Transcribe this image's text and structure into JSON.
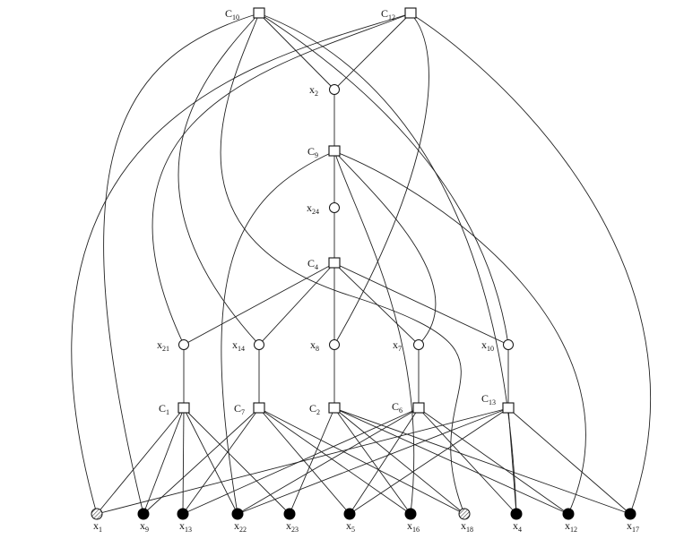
{
  "factors": [
    {
      "id": "C10",
      "label": "C",
      "sub": "10"
    },
    {
      "id": "C12",
      "label": "C",
      "sub": "12"
    },
    {
      "id": "C9",
      "label": "C",
      "sub": "9"
    },
    {
      "id": "C4",
      "label": "C",
      "sub": "4"
    },
    {
      "id": "C1",
      "label": "C",
      "sub": "1"
    },
    {
      "id": "C7",
      "label": "C",
      "sub": "7"
    },
    {
      "id": "C2",
      "label": "C",
      "sub": "2"
    },
    {
      "id": "C6",
      "label": "C",
      "sub": "6"
    },
    {
      "id": "C13",
      "label": "C",
      "sub": "13"
    }
  ],
  "variables": [
    {
      "id": "x2",
      "label": "x",
      "sub": "2",
      "kind": "open"
    },
    {
      "id": "x24",
      "label": "x",
      "sub": "24",
      "kind": "open"
    },
    {
      "id": "x21",
      "label": "x",
      "sub": "21",
      "kind": "open"
    },
    {
      "id": "x14",
      "label": "x",
      "sub": "14",
      "kind": "open"
    },
    {
      "id": "x8",
      "label": "x",
      "sub": "8",
      "kind": "open"
    },
    {
      "id": "x7",
      "label": "x",
      "sub": "7",
      "kind": "open"
    },
    {
      "id": "x10",
      "label": "x",
      "sub": "10",
      "kind": "open"
    },
    {
      "id": "x1",
      "label": "x",
      "sub": "1",
      "kind": "hatched"
    },
    {
      "id": "x9",
      "label": "x",
      "sub": "9",
      "kind": "filled"
    },
    {
      "id": "x13",
      "label": "x",
      "sub": "13",
      "kind": "filled"
    },
    {
      "id": "x22",
      "label": "x",
      "sub": "22",
      "kind": "filled"
    },
    {
      "id": "x23",
      "label": "x",
      "sub": "23",
      "kind": "filled"
    },
    {
      "id": "x5",
      "label": "x",
      "sub": "5",
      "kind": "filled"
    },
    {
      "id": "x16",
      "label": "x",
      "sub": "16",
      "kind": "filled"
    },
    {
      "id": "x18",
      "label": "x",
      "sub": "18",
      "kind": "hatched"
    },
    {
      "id": "x4",
      "label": "x",
      "sub": "4",
      "kind": "filled"
    },
    {
      "id": "x12",
      "label": "x",
      "sub": "12",
      "kind": "filled"
    },
    {
      "id": "x17",
      "label": "x",
      "sub": "17",
      "kind": "filled"
    }
  ],
  "edges": [
    [
      "C10",
      "x9"
    ],
    [
      "C10",
      "x14"
    ],
    [
      "C10",
      "x2"
    ],
    [
      "C10",
      "x10"
    ],
    [
      "C10",
      "x18"
    ],
    [
      "C10",
      "x4"
    ],
    [
      "C12",
      "x1"
    ],
    [
      "C12",
      "x21"
    ],
    [
      "C12",
      "x2"
    ],
    [
      "C12",
      "x8"
    ],
    [
      "C12",
      "x17"
    ],
    [
      "x2",
      "C9"
    ],
    [
      "C9",
      "x24"
    ],
    [
      "x24",
      "C4"
    ],
    [
      "C9",
      "x22"
    ],
    [
      "C9",
      "x7"
    ],
    [
      "C9",
      "x16"
    ],
    [
      "C9",
      "x12"
    ],
    [
      "C4",
      "x21"
    ],
    [
      "C4",
      "x14"
    ],
    [
      "C4",
      "x8"
    ],
    [
      "C4",
      "x7"
    ],
    [
      "C4",
      "x10"
    ],
    [
      "x21",
      "C1"
    ],
    [
      "x14",
      "C7"
    ],
    [
      "x8",
      "C2"
    ],
    [
      "x7",
      "C6"
    ],
    [
      "x10",
      "C13"
    ],
    [
      "C1",
      "x1"
    ],
    [
      "C1",
      "x9"
    ],
    [
      "C1",
      "x13"
    ],
    [
      "C1",
      "x22"
    ],
    [
      "C1",
      "x23"
    ],
    [
      "C7",
      "x9"
    ],
    [
      "C7",
      "x13"
    ],
    [
      "C7",
      "x5"
    ],
    [
      "C7",
      "x16"
    ],
    [
      "C7",
      "x18"
    ],
    [
      "C2",
      "x23"
    ],
    [
      "C2",
      "x16"
    ],
    [
      "C2",
      "x18"
    ],
    [
      "C2",
      "x12"
    ],
    [
      "C2",
      "x17"
    ],
    [
      "C6",
      "x13"
    ],
    [
      "C6",
      "x22"
    ],
    [
      "C6",
      "x5"
    ],
    [
      "C6",
      "x4"
    ],
    [
      "C6",
      "x12"
    ],
    [
      "C13",
      "x1"
    ],
    [
      "C13",
      "x22"
    ],
    [
      "C13",
      "x5"
    ],
    [
      "C13",
      "x4"
    ],
    [
      "C13",
      "x17"
    ]
  ]
}
